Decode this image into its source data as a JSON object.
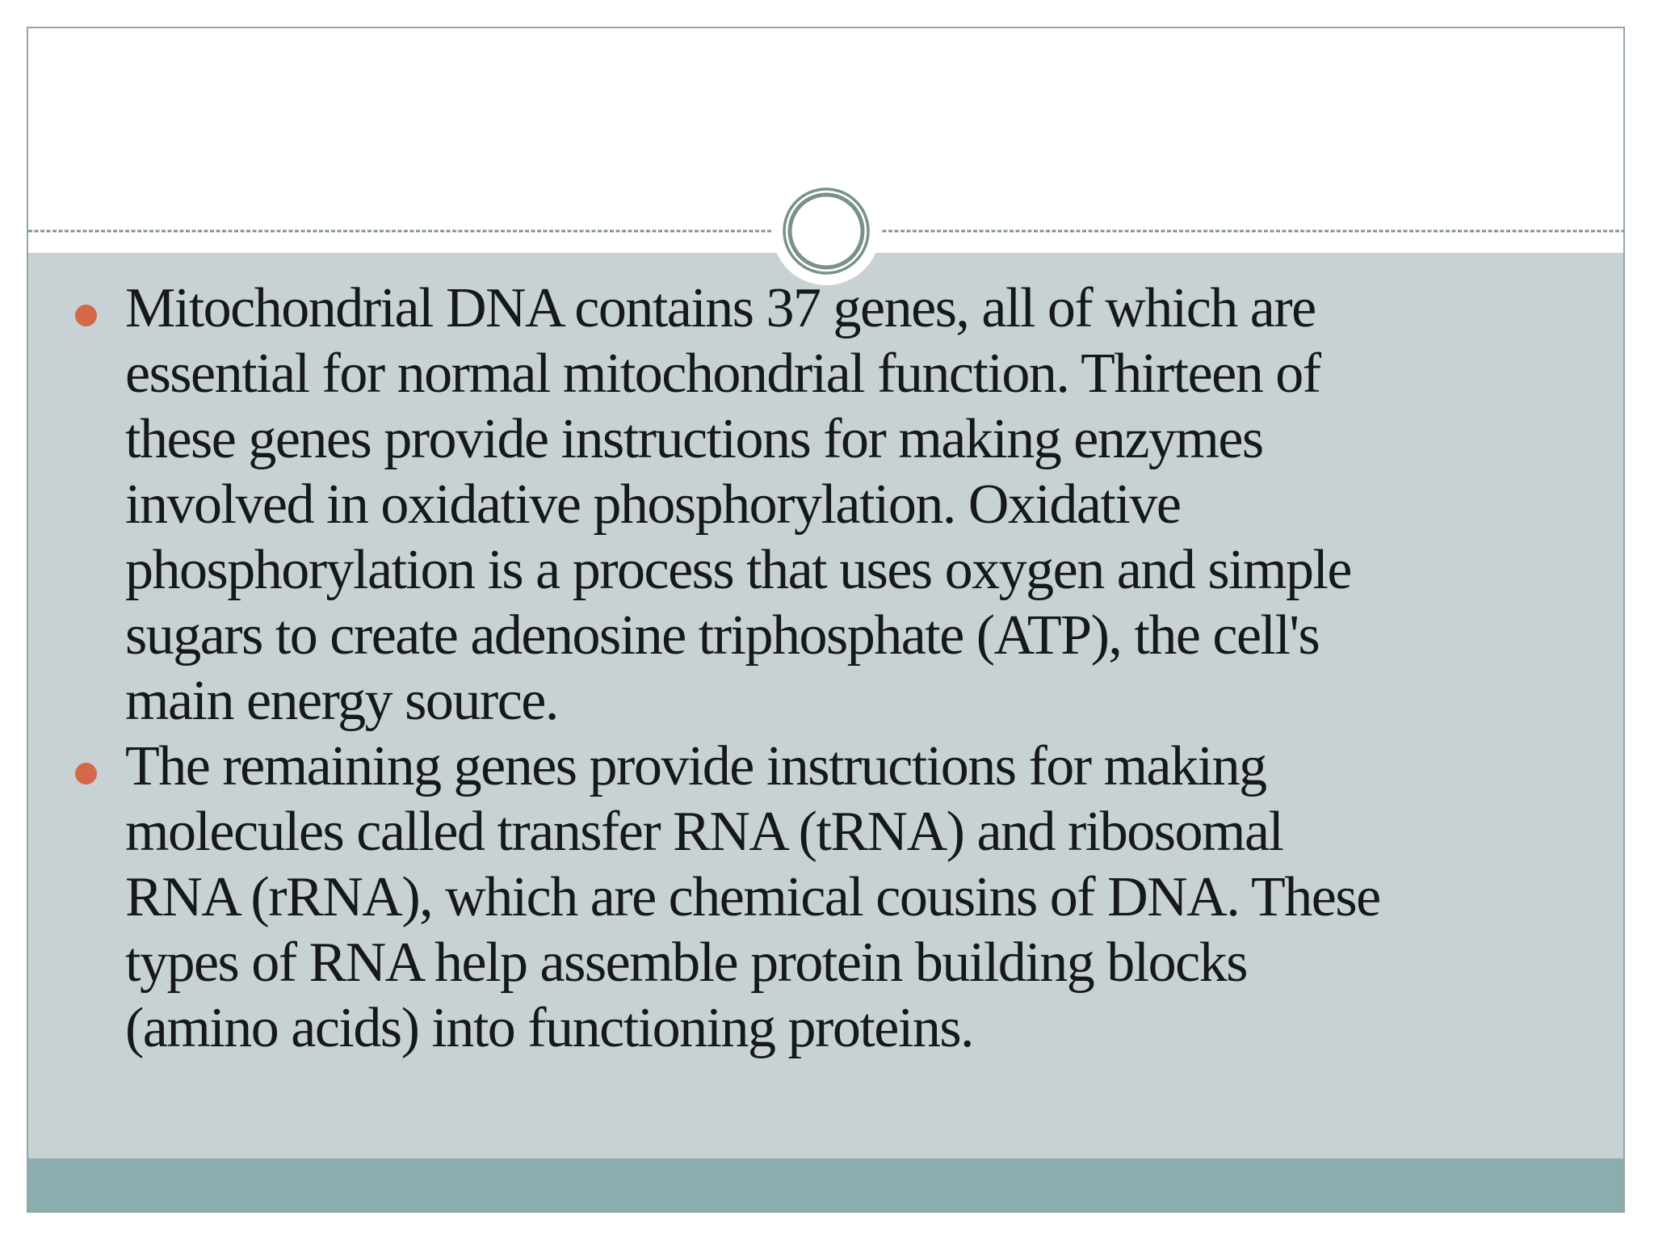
{
  "slide": {
    "title_text": "",
    "bullets": [
      {
        "lines": [
          "Mitochondrial DNA contains 37 genes, all of which are",
          "essential for normal mitochondrial function. Thirteen of",
          "these genes provide instructions for making enzymes",
          "involved in oxidative phosphorylation. Oxidative",
          "phosphorylation is a process that uses oxygen and simple",
          "sugars to create adenosine triphosphate (ATP), the cell's",
          "main energy source."
        ]
      },
      {
        "lines": [
          "The remaining genes provide instructions for making",
          "molecules called transfer RNA (tRNA) and ribosomal",
          "RNA (rRNA), which are chemical cousins of DNA. These",
          "types of RNA help assemble protein building blocks",
          "(amino acids) into functioning proteins."
        ]
      }
    ],
    "colors": {
      "border": "#8fa7a0",
      "content_background": "#c8d2d4",
      "footer_teal": "#8badae",
      "dashed_line": "#7e938e",
      "ring": "#78918b",
      "bullet": "#d4684b",
      "text": "#16181a"
    }
  }
}
